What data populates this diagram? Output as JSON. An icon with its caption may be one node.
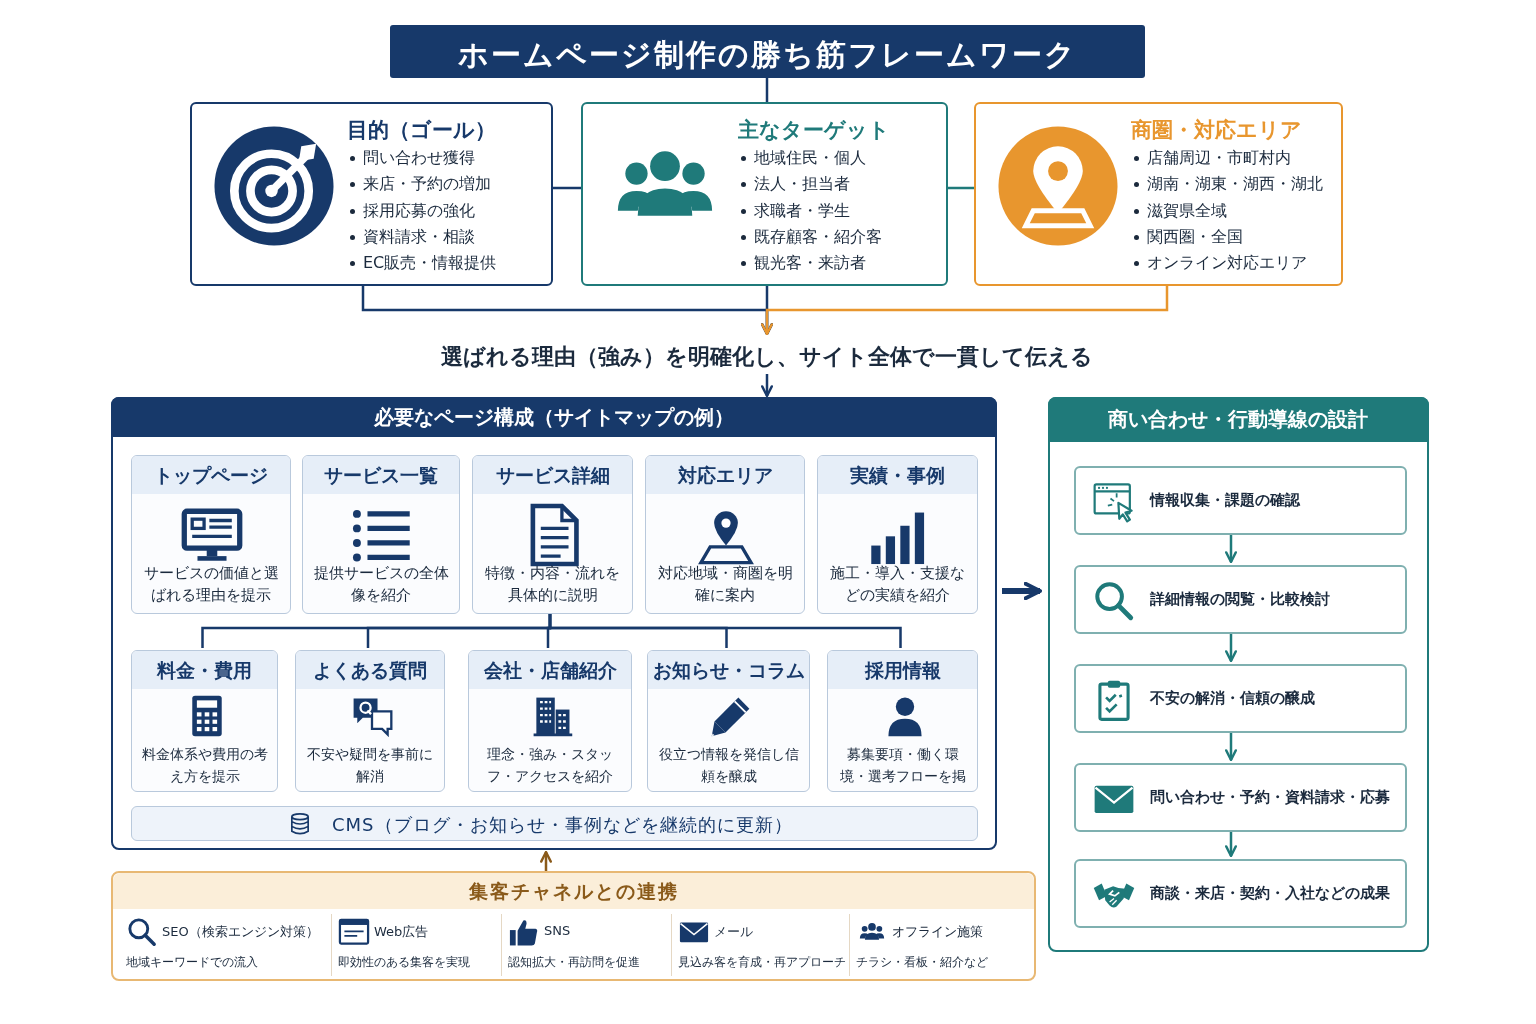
{
  "diagram": {
    "title": "ホームページ制作の勝ち筋フレームワーク",
    "nodes": [
      {
        "text": [],
        "shape": "box"
      },
      {
        "text": [
          "目的（ゴール）",
          "問い合わせ獲得",
          "来店・予約の増加",
          "採用応募の強化",
          "資料請求・相談",
          "EC販売・情報提供"
        ]
      },
      {
        "text": [
          "主なターゲット",
          "地域住民・個人",
          "法人・担当者",
          "求職者・学生",
          "既存顧客・紹介客",
          "観光客・来訪者"
        ]
      },
      {
        "text": [
          "商圏・対応エリア",
          "店舗周辺・市町村内",
          "湖南・湖東・湖西・湖北",
          "滋賀県全域",
          "関西圏・全国",
          "オンライン対応エリア"
        ]
      },
      {
        "text": [
          "選ばれる理由（強み）を明確化し、サイト全体で一貫して伝える"
        ]
      },
      {
        "text": [
          "必要なページ構成（サイトマップの例）"
        ]
      },
      {
        "text": [
          "トップページ",
          "サービスの価値と選ばれる理由を提示"
        ],
        "in": 5
      },
      {
        "text": [
          "サービス一覧",
          "提供サービスの全体像を紹介"
        ],
        "in": 5
      },
      {
        "text": [
          "サービス詳細",
          "特徴・内容・流れを具体的に説明"
        ],
        "in": 5
      },
      {
        "text": [
          "対応エリア",
          "対応地域・商圏を明確に案内"
        ],
        "in": 5
      },
      {
        "text": [
          "実績・事例",
          "施工・導入・支援などの実績を紹介"
        ],
        "in": 5
      },
      {
        "text": [
          "料金・費用",
          "料金体系や費用の考え方を提示"
        ],
        "in": 5
      },
      {
        "text": [
          "よくある質問",
          "不安や疑問を事前に解消"
        ],
        "in": 5
      },
      {
        "text": [
          "会社・店舗紹介",
          "理念・強み・スタッフ・アクセスを紹介"
        ],
        "in": 5
      },
      {
        "text": [
          "お知らせ・コラム",
          "役立つ情報を発信し信頼を醸成"
        ],
        "in": 5
      },
      {
        "text": [
          "採用情報",
          "募集要項・働く環境・選考フローを掲載"
        ],
        "in": 5
      },
      {
        "text": [
          "CMS（ブログ・お知らせ・事例などを継続的に更新）"
        ],
        "in": 5
      },
      {
        "text": [
          "商い合わせ・行動導線の設計"
        ]
      },
      {
        "text": [
          "情報収集・課題の確認"
        ],
        "in": 17
      },
      {
        "text": [
          "詳細情報の閲覧・比較検討"
        ],
        "in": 17
      },
      {
        "text": [
          "不安の解消・信頼の醸成"
        ],
        "in": 17
      },
      {
        "text": [
          "問い合わせ・予約・資料請求・応募"
        ],
        "in": 17
      },
      {
        "text": [
          "商談・来店・契約・入社などの成果"
        ],
        "in": 17
      },
      {
        "text": [
          "集客チャネルとの連携"
        ]
      },
      {
        "text": [
          "SEO（検索エンジン対策）",
          "地域キーワードでの流入"
        ],
        "in": 23
      },
      {
        "text": [
          "Web広告",
          "即効性のある集客を実現"
        ],
        "in": 23
      },
      {
        "text": [
          "SNS",
          "認知拡大・再訪問を促進"
        ],
        "in": 23
      },
      {
        "text": [
          "メール",
          "見込み客を育成・再アプローチ"
        ],
        "in": 23
      },
      {
        "text": [
          "オフライン施策",
          "チラシ・看板・紹介など"
        ],
        "in": 23
      }
    ],
    "edges": [
      {
        "from": 0,
        "to": 2,
        "arrow": "none"
      },
      {
        "from": 1,
        "to": 2,
        "arrow": "none"
      },
      {
        "from": 2,
        "to": 3,
        "arrow": "none",
        "color": "#1f7a7a"
      },
      {
        "from": 1,
        "to": 4,
        "arrow": "to"
      },
      {
        "from": 2,
        "to": 4,
        "arrow": "to"
      },
      {
        "from": 3,
        "to": 4,
        "arrow": "to",
        "color": "#e8962e"
      },
      {
        "from": 4,
        "to": 5,
        "arrow": "to"
      },
      {
        "from": 8,
        "to": 11,
        "arrow": "none"
      },
      {
        "from": 8,
        "to": 12,
        "arrow": "none"
      },
      {
        "from": 8,
        "to": 13,
        "arrow": "none"
      },
      {
        "from": 8,
        "to": 14,
        "arrow": "none"
      },
      {
        "from": 8,
        "to": 15,
        "arrow": "none"
      },
      {
        "from": 5,
        "to": 17,
        "arrow": "to",
        "style": "thick"
      },
      {
        "from": 18,
        "to": 19,
        "arrow": "to",
        "color": "#1f7a7a"
      },
      {
        "from": 19,
        "to": 20,
        "arrow": "to",
        "color": "#1f7a7a"
      },
      {
        "from": 20,
        "to": 21,
        "arrow": "to",
        "color": "#1f7a7a"
      },
      {
        "from": 21,
        "to": 22,
        "arrow": "to",
        "color": "#1f7a7a"
      },
      {
        "from": 23,
        "to": 5,
        "arrow": "to",
        "color": "#8a5a1a"
      }
    ]
  }
}
